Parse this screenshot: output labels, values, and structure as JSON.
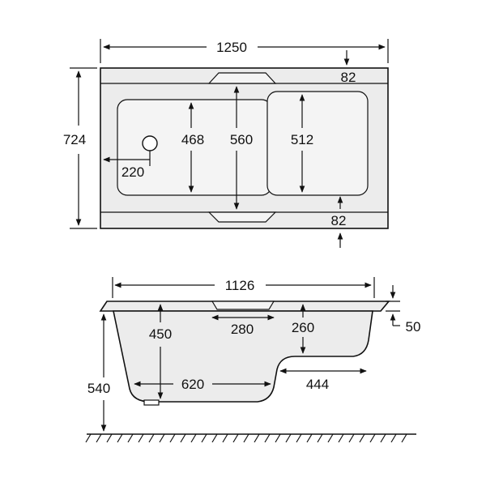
{
  "plan_view": {
    "overall_length": "1250",
    "overall_width": "724",
    "rim_top": "82",
    "rim_bottom": "82",
    "seat_width": "468",
    "inner_width": "560",
    "foot_width": "512",
    "waste_offset": "220"
  },
  "side_view": {
    "inner_length": "1126",
    "rim_thickness": "50",
    "door_width": "280",
    "height": "540",
    "inner_depth": "450",
    "step_depth": "260",
    "seat_length": "620",
    "foot_length": "444"
  },
  "colors": {
    "line": "#111111",
    "fill": "#ececec",
    "background": "#ffffff"
  }
}
